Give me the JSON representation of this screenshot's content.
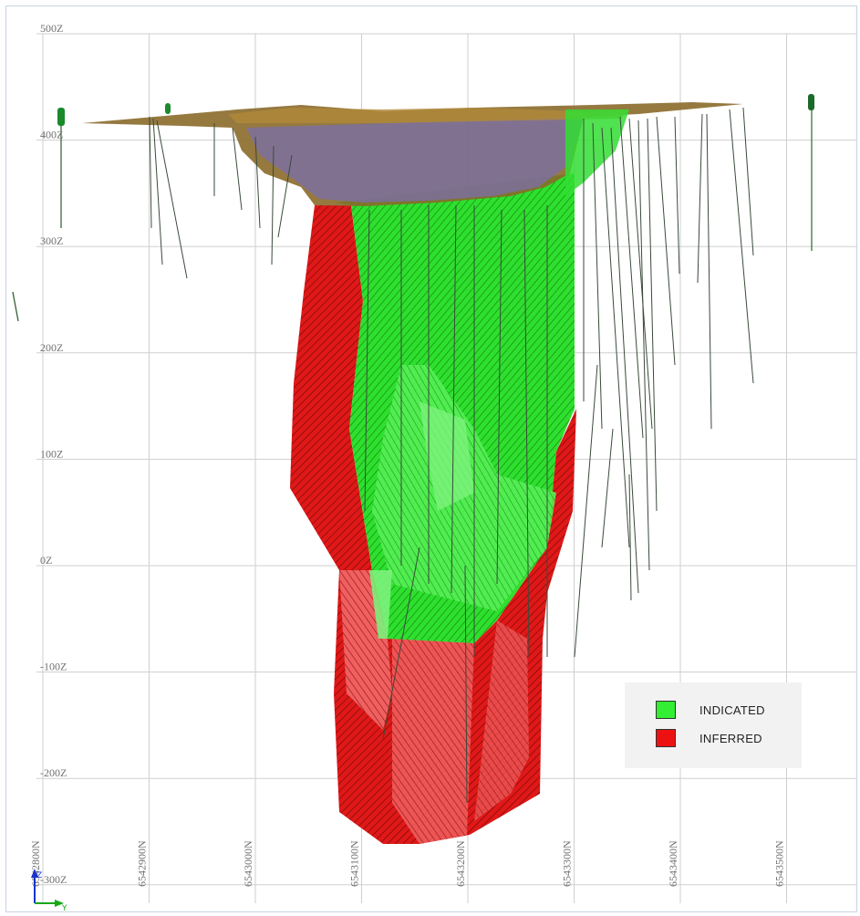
{
  "elevation_labels": [
    "500Z",
    "400Z",
    "300Z",
    "200Z",
    "100Z",
    "0Z",
    "-100Z",
    "-200Z",
    "-300Z"
  ],
  "northing_labels": [
    "6542800N",
    "6542900N",
    "6543000N",
    "6543100N",
    "6543200N",
    "6543300N",
    "6543400N",
    "6543500N"
  ],
  "legend": {
    "items": [
      {
        "label": "INDICATED",
        "color": "#33ee33"
      },
      {
        "label": "INFERRED",
        "color": "#ee1111"
      }
    ]
  },
  "axis_triad": {
    "up_label": "Z",
    "right_label": "Y"
  },
  "colors": {
    "indicated": "#33ee33",
    "inferred": "#dd1414",
    "topography": "#8a6a2a",
    "pit": "#7b6fae",
    "drillhole": "#3a4a3a"
  }
}
